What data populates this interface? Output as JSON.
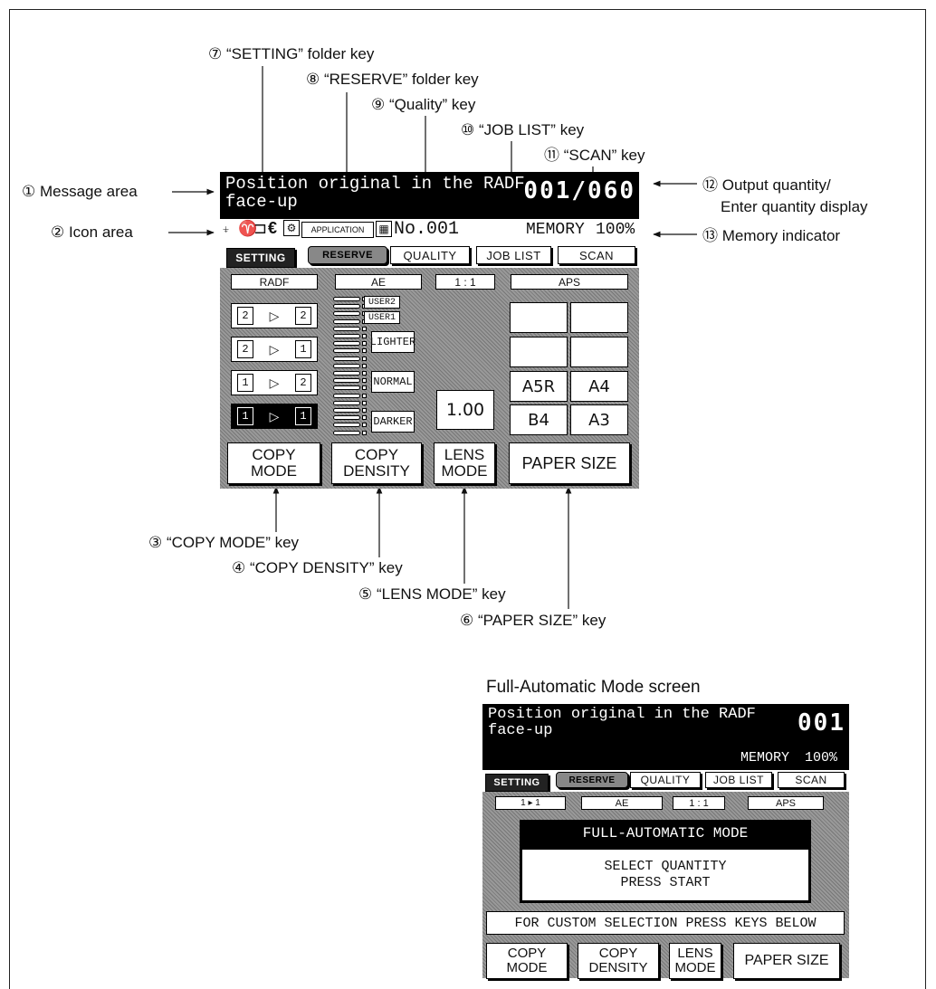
{
  "callouts": {
    "setting_folder_key": "⑦ “SETTING” folder key",
    "reserve_folder_key": "⑧ “RESERVE” folder key",
    "quality_key": "⑨ “Quality” key",
    "job_list_key": "⑩ “JOB LIST” key",
    "scan_key": "⑪ “SCAN” key",
    "message_area": "① Message area",
    "icon_area": "② Icon area",
    "output_quantity_line1": "⑫ Output quantity/",
    "output_quantity_line2": "Enter quantity display",
    "memory_indicator": "⑬ Memory indicator",
    "copy_mode_key": "③ “COPY MODE” key",
    "copy_density_key": "④ “COPY DENSITY” key",
    "lens_mode_key": "⑤ “LENS MODE” key",
    "paper_size_key": "⑥ “PAPER SIZE” key"
  },
  "main_screen": {
    "message_line1": "Position original in the RADF",
    "message_line2": "face-up",
    "quantity": "001/060",
    "application_label": "APPLICATION",
    "number_label": "No.001",
    "memory_label": "MEMORY",
    "memory_value": "100%",
    "tabs": [
      "SETTING",
      "RESERVE",
      "QUALITY",
      "JOB LIST",
      "SCAN"
    ],
    "headers": {
      "radf": "RADF",
      "ae": "AE",
      "lens": "1 : 1",
      "aps": "APS"
    },
    "radf_options": [
      {
        "a": "2",
        "b": "2"
      },
      {
        "a": "2",
        "b": "1"
      },
      {
        "a": "1",
        "b": "2"
      },
      {
        "a": "1",
        "b": "1"
      }
    ],
    "density_labels": {
      "user2": "USER2",
      "user1": "USER1",
      "lighter": "LIGHTER",
      "normal": "NORMAL",
      "darker": "DARKER"
    },
    "zoom_value": "1.00",
    "paper_sizes": [
      "",
      "",
      "",
      "",
      "A5R",
      "A4",
      "B4",
      "A3"
    ],
    "copy_mode_line1": "COPY",
    "copy_mode_line2": "MODE",
    "copy_density_line1": "COPY",
    "copy_density_line2": "DENSITY",
    "lens_mode_line1": "LENS",
    "lens_mode_line2": "MODE",
    "paper_size_label": "PAPER SIZE"
  },
  "auto_screen": {
    "caption": "Full-Automatic Mode screen",
    "message_line1": "Position original in the RADF",
    "message_line2": "face-up",
    "quantity": "001",
    "memory_label": "MEMORY",
    "memory_value": "100%",
    "tabs": [
      "SETTING",
      "RESERVE",
      "QUALITY",
      "JOB LIST",
      "SCAN"
    ],
    "headers": {
      "radf": "1 ▸ 1",
      "ae": "AE",
      "lens": "1 : 1",
      "aps": "APS"
    },
    "mode_title": "FULL-AUTOMATIC MODE",
    "instruction_line1": "SELECT QUANTITY",
    "instruction_line2": "PRESS START",
    "custom_message": "FOR CUSTOM SELECTION PRESS KEYS BELOW",
    "copy_mode_line1": "COPY",
    "copy_mode_line2": "MODE",
    "copy_density_line1": "COPY",
    "copy_density_line2": "DENSITY",
    "lens_mode_line1": "LENS",
    "lens_mode_line2": "MODE",
    "paper_size_label": "PAPER SIZE"
  }
}
